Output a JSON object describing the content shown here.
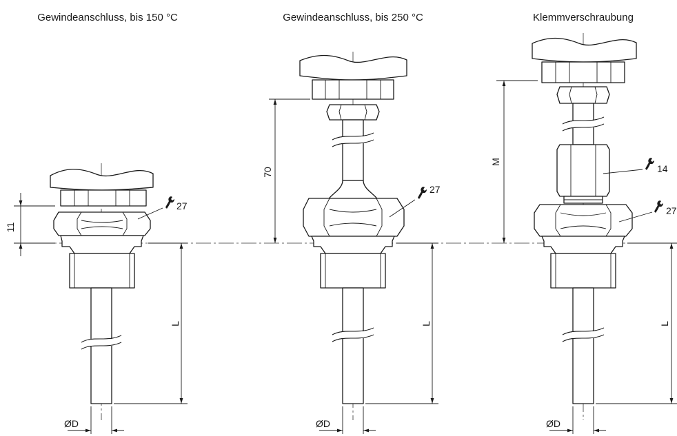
{
  "views": [
    {
      "title": "Gewindeanschluss, bis 150 °C",
      "height_label": "11",
      "wrench_label": "27",
      "length_label": "L",
      "diameter_label": "ØD"
    },
    {
      "title": "Gewindeanschluss, bis 250 °C",
      "height_label": "70",
      "wrench_label": "27",
      "length_label": "L",
      "diameter_label": "ØD"
    },
    {
      "title": "Klemmverschraubung",
      "height_label": "M",
      "wrench_label_top": "14",
      "wrench_label": "27",
      "length_label": "L",
      "diameter_label": "ØD"
    }
  ],
  "icons": [
    "wrench-icon"
  ]
}
